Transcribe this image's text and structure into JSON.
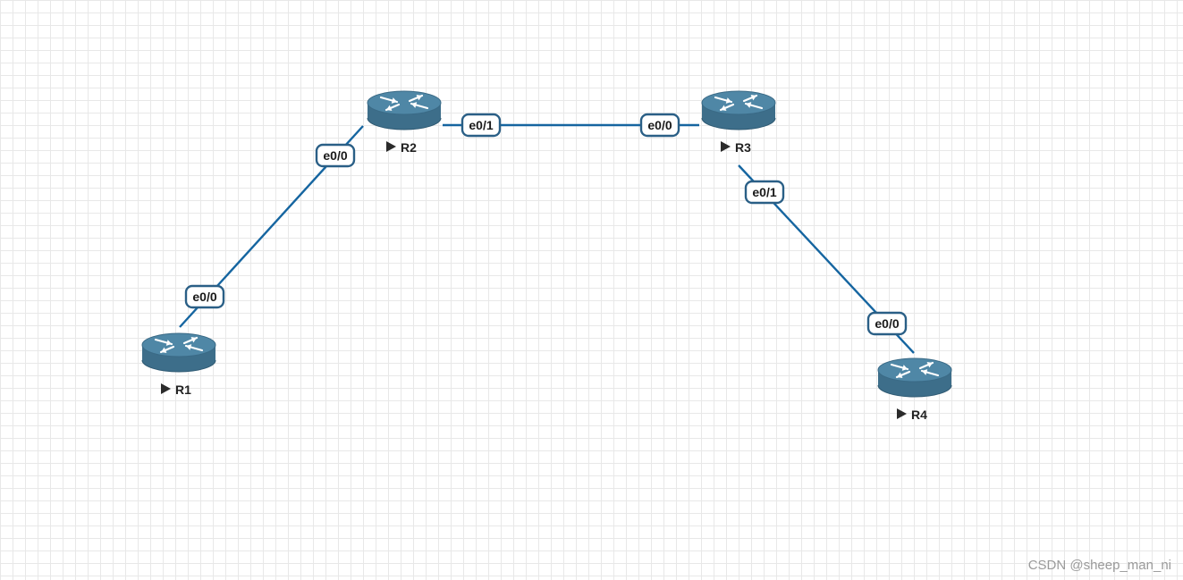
{
  "diagram": {
    "nodes": [
      {
        "id": "R1",
        "label": "R1"
      },
      {
        "id": "R2",
        "label": "R2"
      },
      {
        "id": "R3",
        "label": "R3"
      },
      {
        "id": "R4",
        "label": "R4"
      }
    ],
    "links": [
      {
        "from": "R1",
        "to": "R2",
        "from_iface": "e0/0",
        "to_iface": "e0/0"
      },
      {
        "from": "R2",
        "to": "R3",
        "from_iface": "e0/1",
        "to_iface": "e0/0"
      },
      {
        "from": "R3",
        "to": "R4",
        "from_iface": "e0/1",
        "to_iface": "e0/0"
      }
    ],
    "node_icon": "router-icon",
    "status_icon": "play-triangle-icon",
    "colors": {
      "link": "#1565a0",
      "router_body": "#3d6e8a",
      "router_top": "#4f87a6",
      "badge_border": "#2a5f86"
    }
  },
  "watermark": "CSDN @sheep_man_ni"
}
